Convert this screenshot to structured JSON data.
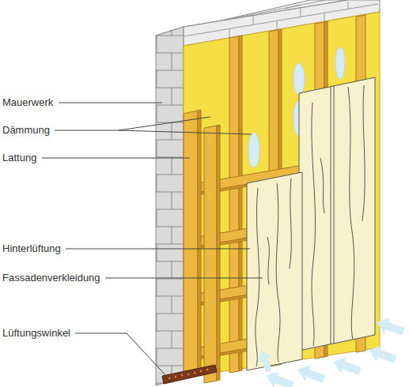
{
  "diagram": {
    "labels": [
      "Mauerwerk",
      "Dämmung",
      "Lattung",
      "Hinterlüftung",
      "Fassadenverkleidung",
      "Lüftungswinkel"
    ]
  }
}
